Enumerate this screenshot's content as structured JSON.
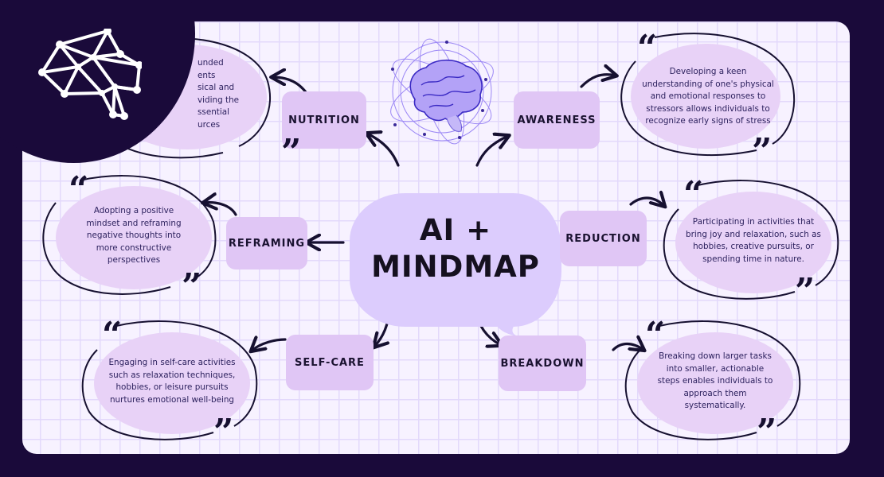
{
  "colors": {
    "background": "#1a0a3a",
    "card": "#f7f2ff",
    "grid": "#e3d9fb",
    "node": "#e0c6f5",
    "center_bubble": "#dcccfd",
    "quote_bubble": "#e8d2f7",
    "ink": "#161030"
  },
  "logo": {
    "icon": "brain-network-icon"
  },
  "illustration": {
    "icon": "brain-orbit-icon"
  },
  "center": {
    "line1": "AI +",
    "line2": "MINDMAP"
  },
  "nodes": [
    {
      "id": "nutrition",
      "label": "NUTRITION"
    },
    {
      "id": "awareness",
      "label": "AWARENESS"
    },
    {
      "id": "reframing",
      "label": "REFRAMING"
    },
    {
      "id": "reduction",
      "label": "REDUCTION"
    },
    {
      "id": "self-care",
      "label": "SELF-CARE"
    },
    {
      "id": "breakdown",
      "label": "BREAKDOWN"
    }
  ],
  "quotes": {
    "nutrition": {
      "lines": [
        "unded",
        "ents",
        "sical and",
        "viding the",
        "ssential",
        "urces"
      ]
    },
    "awareness": {
      "text": "Developing a keen understanding of one's physical and emotional responses to stressors allows individuals to recognize early signs of stress"
    },
    "reframing": {
      "text": "Adopting a positive mindset and reframing negative thoughts into more constructive perspectives"
    },
    "reduction": {
      "text": "Participating in activities that bring joy and relaxation, such as hobbies, creative pursuits, or spending time in nature."
    },
    "self_care": {
      "text": "Engaging in self-care activities such as relaxation techniques, hobbies, or leisure pursuits nurtures emotional well-being"
    },
    "breakdown": {
      "text": "Breaking down larger tasks into smaller, actionable steps enables individuals to approach them systematically."
    }
  },
  "quote_marks": {
    "open": "“",
    "close": "”"
  }
}
